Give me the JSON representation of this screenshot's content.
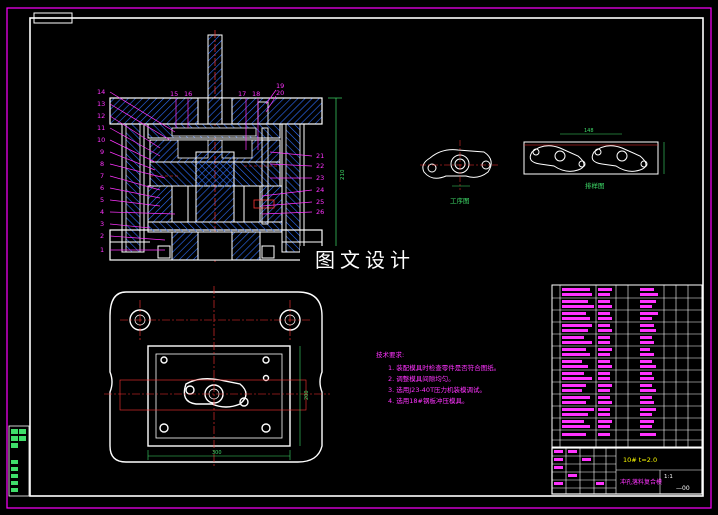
{
  "watermark": "图文设计",
  "top_tab_label": "",
  "section_labels": {
    "workpiece": "工序图",
    "strip_layout": "排样图"
  },
  "dimensions": {
    "die_width": "300",
    "die_height": "200",
    "strip_width": "148",
    "stack_height": "210"
  },
  "part_numbers_left": [
    "14",
    "13",
    "12",
    "11",
    "10",
    "9",
    "8",
    "7",
    "6",
    "5",
    "4",
    "3",
    "2",
    "1"
  ],
  "part_numbers_top": [
    "15",
    "16",
    "17",
    "18",
    "19",
    "20"
  ],
  "part_numbers_right": [
    "21",
    "22",
    "23",
    "24",
    "25",
    "26"
  ],
  "technical_requirements": {
    "heading": "技术要求:",
    "items": [
      "1. 装配模具时检查零件是否符合图纸。",
      "2. 调整模具间隙均匀。",
      "3. 选用J23-40T压力机装模调试。",
      "4. 选用18#钢板冲压模具。"
    ]
  },
  "title_block": {
    "material_thickness": "10# t=2.0",
    "drawing_name": "冲孔落料复合模",
    "scale": "1:1",
    "sheet": "—00"
  },
  "colors": {
    "background": "#000000",
    "frame": "#ffffff",
    "border_magenta": "#ff00ff",
    "outline": "#ffffff",
    "hatch": "#2f6fff",
    "centerline": "#ff3333",
    "dimension": "#00ff66",
    "label": "#ff33ff",
    "text_accent": "#ffff00"
  }
}
